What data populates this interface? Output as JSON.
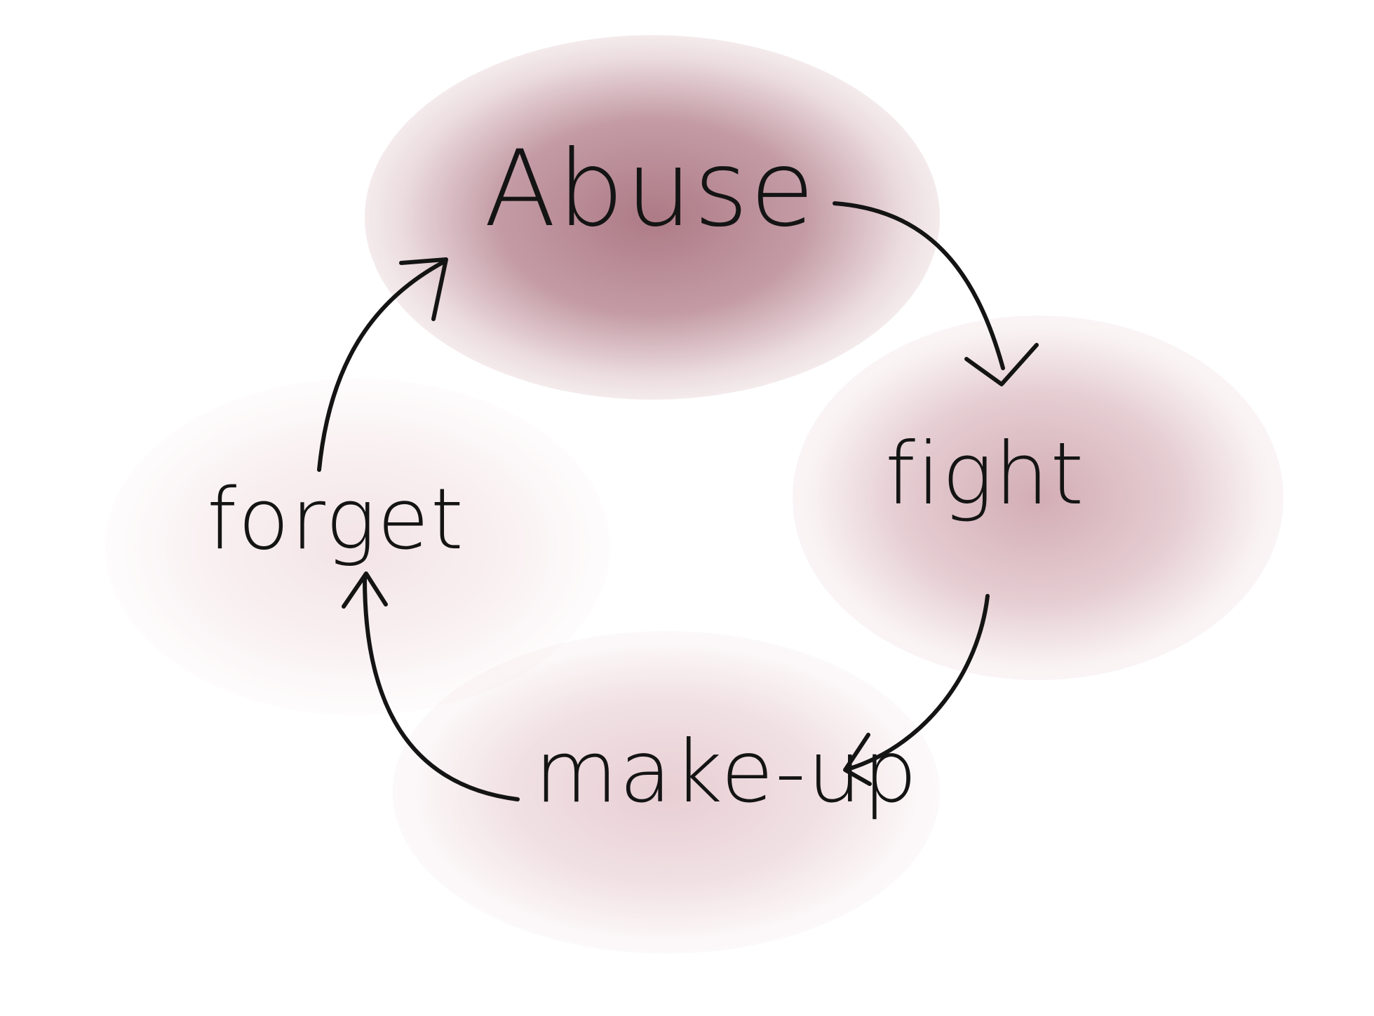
{
  "cycle": {
    "stages": [
      {
        "label": "Abuse"
      },
      {
        "label": "fight"
      },
      {
        "label": "make-up"
      },
      {
        "label": "forget"
      }
    ],
    "colors": {
      "ink": "#141414",
      "highlight": "#96556a",
      "background": "#ffffff"
    }
  }
}
